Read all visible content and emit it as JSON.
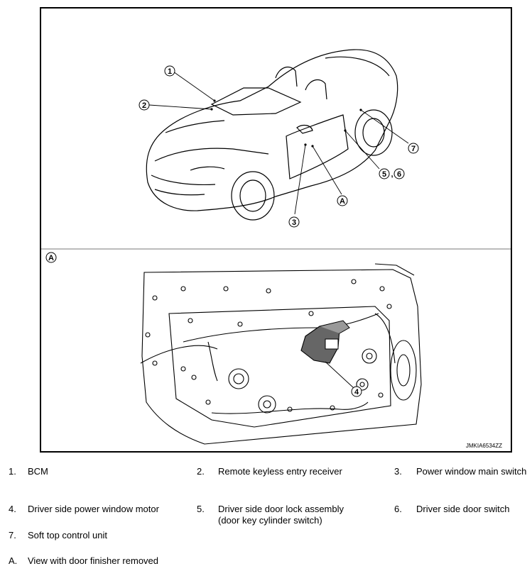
{
  "figure": {
    "code": "JMKIA6534ZZ",
    "callouts": [
      "1",
      "2",
      "3",
      "4",
      "5",
      "6",
      "7",
      "A"
    ],
    "combined_callout_sep": ",",
    "section_label": "A"
  },
  "legend": [
    {
      "num": "1.",
      "text": "BCM"
    },
    {
      "num": "2.",
      "text": "Remote keyless entry receiver"
    },
    {
      "num": "3.",
      "text": "Power window main switch"
    },
    {
      "num": "4.",
      "text": "Driver side power window motor"
    },
    {
      "num": "5.",
      "text": "Driver side door lock assembly\n(door key cylinder switch)"
    },
    {
      "num": "6.",
      "text": "Driver side door switch"
    },
    {
      "num": "7.",
      "text": "Soft top control unit"
    },
    {
      "num": "A.",
      "text": "View with door finisher removed"
    }
  ]
}
